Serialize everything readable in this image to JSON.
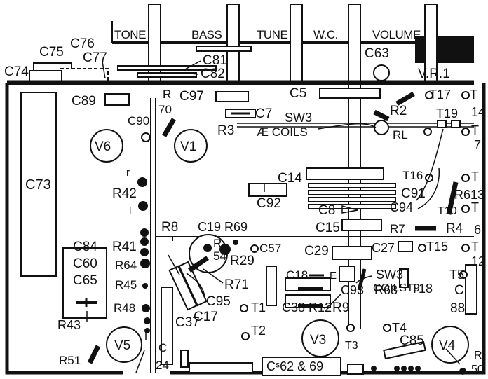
{
  "controls": {
    "tone": "TONE",
    "bass": "BASS",
    "tune": "TUNE",
    "wc": "W.C.",
    "volume": "VOLUME"
  },
  "labels": {
    "c75": "C75",
    "c76": "C76",
    "c77": "C77",
    "c74": "C74",
    "c81": "C81",
    "c82": "C82",
    "c63": "C63",
    "vr1": "V.R.1",
    "c89": "C89",
    "r70_r": "R",
    "r70_num": "70",
    "c97": "C97",
    "c5": "C5",
    "t17": "T17",
    "t14_t": "T",
    "t14_num": "14",
    "r2": "R2",
    "c7": "C7",
    "r3": "R3",
    "c90": "C90",
    "sw3": "SW3",
    "ae_coils": "Æ COILS",
    "rl": "RL",
    "t19": "T19",
    "t7_t": "T",
    "t7_num": "7",
    "v6": "V6",
    "v1": "V1",
    "c73": "C73",
    "c14": "C14",
    "t16": "T16",
    "t_r613": "T",
    "r42_c": "r",
    "r42": "R42",
    "r42_l": "l",
    "c91": "C91",
    "r613": "R613",
    "c92": "C92",
    "c8": "C8",
    "c94": "C94",
    "t10": "T10",
    "t6_t": "T",
    "c15": "C15",
    "r7": "R7",
    "r4": "R4",
    "t6_num": "6",
    "r8": "R8",
    "c19_r69": "C19 R69",
    "r41": "R41",
    "c57": "C57",
    "c29": "C29",
    "c27": "C27",
    "t15": "T15",
    "t12_t": "T",
    "t12_num": "12",
    "c84": "C84",
    "c60": "C60",
    "c65": "C65",
    "r64": "R64",
    "r45": "R45",
    "r54_r": "R",
    "r54_num": "54",
    "r29": "R29",
    "r71": "R71",
    "c95": "C95",
    "c17": "C17",
    "c18": "C18",
    "c18_e": "E",
    "sw3_coil": "SW3",
    "coils_t9": "COILST9",
    "t5": "T5",
    "c93": "C93",
    "r68": "R68",
    "t18": "T18",
    "c88_c": "C",
    "c88_num": "88",
    "r48": "R48",
    "c38_r12": "C38 R12",
    "r9": "R9",
    "t1": "T1",
    "r43": "R43",
    "c37": "C37",
    "t2": "T2",
    "t3": "T3",
    "t4": "T4",
    "c85": "C85",
    "v5": "V5",
    "v3": "V3",
    "v4": "V4",
    "r51": "R51",
    "c24_c": "C",
    "c24_num": "24",
    "c62_69": "Cˢ62 & 69",
    "r50_r": "R",
    "r50_num": "50"
  }
}
